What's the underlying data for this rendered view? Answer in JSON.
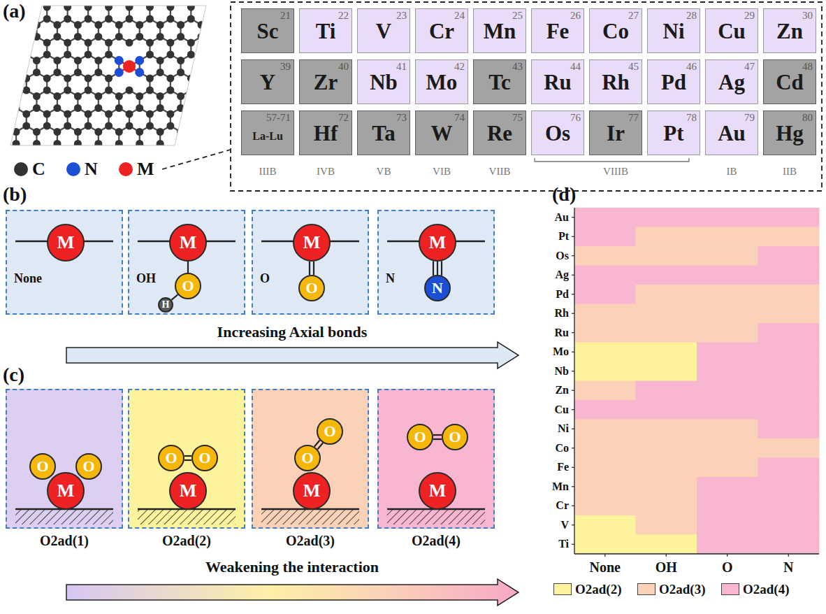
{
  "diagram": {
    "nodes": [
      {
        "text": [
          "Sc",
          "21"
        ]
      },
      {
        "text": [
          "Ti",
          "22"
        ]
      },
      {
        "text": [
          "V",
          "23"
        ]
      },
      {
        "text": [
          "Cr",
          "24"
        ]
      },
      {
        "text": [
          "Mn",
          "25"
        ]
      },
      {
        "text": [
          "Fe",
          "26"
        ]
      },
      {
        "text": [
          "Co",
          "27"
        ]
      },
      {
        "text": [
          "Ni",
          "28"
        ]
      },
      {
        "text": [
          "Cu",
          "29"
        ]
      },
      {
        "text": [
          "Zn",
          "30"
        ]
      },
      {
        "text": [
          "Y",
          "39"
        ]
      },
      {
        "text": [
          "Zr",
          "40"
        ]
      },
      {
        "text": [
          "Nb",
          "41"
        ]
      },
      {
        "text": [
          "Mo",
          "42"
        ]
      },
      {
        "text": [
          "Tc",
          "43"
        ]
      },
      {
        "text": [
          "Ru",
          "44"
        ]
      },
      {
        "text": [
          "Rh",
          "45"
        ]
      },
      {
        "text": [
          "Pd",
          "46"
        ]
      },
      {
        "text": [
          "Ag",
          "47"
        ]
      },
      {
        "text": [
          "Cd",
          "48"
        ]
      },
      {
        "text": [
          "La-Lu",
          "57-71"
        ]
      },
      {
        "text": [
          "Hf",
          "72"
        ]
      },
      {
        "text": [
          "Ta",
          "73"
        ]
      },
      {
        "text": [
          "W",
          "74"
        ]
      },
      {
        "text": [
          "Re",
          "75"
        ]
      },
      {
        "text": [
          "Os",
          "76"
        ]
      },
      {
        "text": [
          "Ir",
          "77"
        ]
      },
      {
        "text": [
          "Pt",
          "78"
        ]
      },
      {
        "text": [
          "Au",
          "79"
        ]
      },
      {
        "text": [
          "Hg",
          "80"
        ]
      },
      {
        "text": [
          "None"
        ]
      },
      {
        "text": [
          "M"
        ],
        "in": 30
      },
      {
        "text": [
          "OH"
        ]
      },
      {
        "text": [
          "M"
        ],
        "in": 32
      },
      {
        "text": [
          "O"
        ],
        "in": 32
      },
      {
        "text": [
          "H"
        ],
        "in": 32
      },
      {
        "text": [
          "O"
        ]
      },
      {
        "text": [
          "M"
        ],
        "in": 36
      },
      {
        "text": [
          "O"
        ],
        "in": 36
      },
      {
        "text": [
          "N"
        ]
      },
      {
        "text": [
          "M"
        ],
        "in": 39
      },
      {
        "text": [
          "N"
        ],
        "in": 39
      },
      {
        "text": [
          "O2ad(1)"
        ]
      },
      {
        "text": [
          "O"
        ],
        "in": 42
      },
      {
        "text": [
          "O"
        ],
        "in": 42
      },
      {
        "text": [
          "M"
        ],
        "in": 42
      },
      {
        "text": [
          "O2ad(2)"
        ]
      },
      {
        "text": [
          "O"
        ],
        "in": 46
      },
      {
        "text": [
          "O"
        ],
        "in": 46
      },
      {
        "text": [
          "M"
        ],
        "in": 46
      },
      {
        "text": [
          "O2ad(3)"
        ]
      },
      {
        "text": [
          "O"
        ],
        "in": 50
      },
      {
        "text": [
          "O"
        ],
        "in": 50
      },
      {
        "text": [
          "M"
        ],
        "in": 50
      },
      {
        "text": [
          "O2ad(4)"
        ]
      },
      {
        "text": [
          "O"
        ],
        "in": 54
      },
      {
        "text": [
          "O"
        ],
        "in": 54
      },
      {
        "text": [
          "M"
        ],
        "in": 54
      }
    ],
    "edges": [
      {
        "from": 33,
        "to": 34,
        "arrow": "none"
      },
      {
        "from": 34,
        "to": 35,
        "arrow": "none"
      },
      {
        "from": 37,
        "to": 38,
        "arrow": "none"
      },
      {
        "from": 40,
        "to": 41,
        "arrow": "none"
      },
      {
        "from": 47,
        "to": 48,
        "arrow": "none"
      },
      {
        "from": 51,
        "to": 52,
        "arrow": "none"
      },
      {
        "from": 55,
        "to": 56,
        "arrow": "none"
      }
    ],
    "labels": [
      "(a)",
      "IIIB",
      "IVB",
      "VB",
      "VIB",
      "VIIB",
      "VIIIB",
      "IB",
      "IIB",
      "(b)",
      "Increasing Axial bonds",
      "(c)",
      "Weakening the interaction",
      "(d)",
      "Au",
      "Pt",
      "Os",
      "Ag",
      "Pd",
      "Rh",
      "Ru",
      "Mo",
      "Nb",
      "Zn",
      "Cu",
      "Ni",
      "Co",
      "Fe",
      "Mn",
      "Cr",
      "V",
      "Ti",
      "None",
      "OH",
      "O",
      "N"
    ],
    "legend": [
      {
        "text": "C",
        "color": "#333333"
      },
      {
        "text": "N",
        "color": "#1c4fd6"
      },
      {
        "text": "M",
        "color": "#ee2222"
      },
      {
        "text": "O2ad(2)",
        "color": "#fdf39c"
      },
      {
        "text": "O2ad(3)",
        "color": "#fbd2b8"
      },
      {
        "text": "O2ad(4)",
        "color": "#f8b6d1"
      }
    ]
  }
}
